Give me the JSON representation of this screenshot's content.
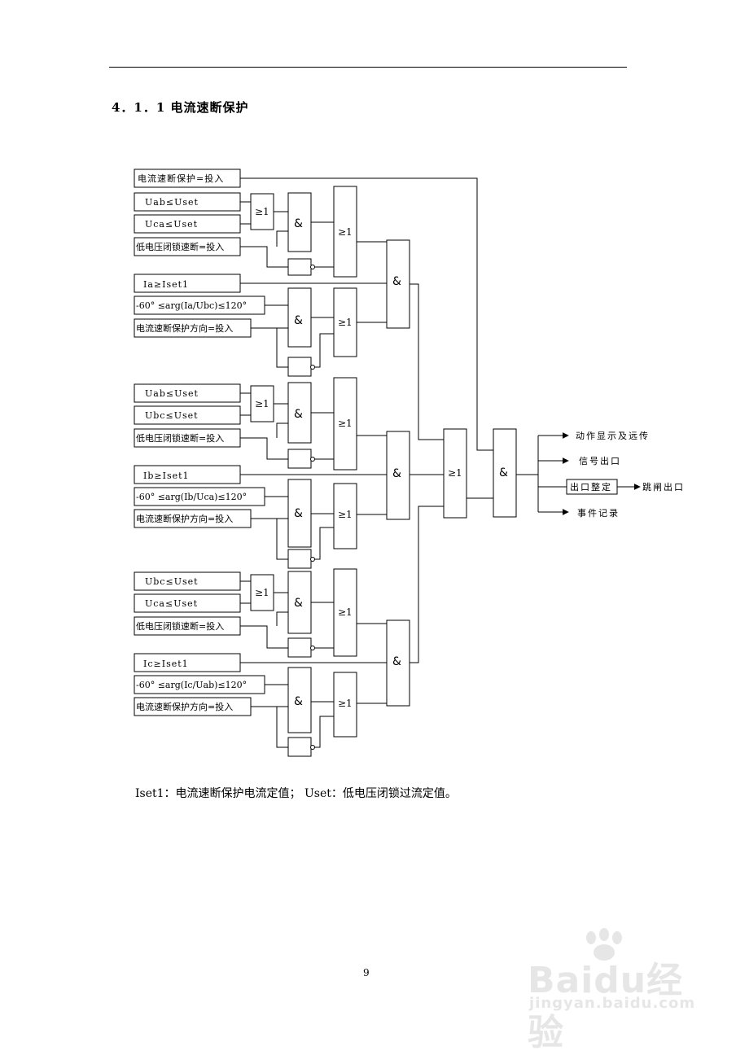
{
  "heading": "4．1．1 电流速断保护",
  "inputs": {
    "enable": "电流速断保护=投入",
    "g1": {
      "u1": "Uab≤Uset",
      "u2": "Uca≤Uset",
      "lv": "低电压闭锁速断=投入",
      "iset": "Ia≥Iset1",
      "arg": "-60° ≤arg(Ia/Ubc)≤120°",
      "dir": "电流速断保护方向=投入"
    },
    "g2": {
      "u1": "Uab≤Uset",
      "u2": "Ubc≤Uset",
      "lv": "低电压闭锁速断=投入",
      "iset": "Ib≥Iset1",
      "arg": "-60° ≤arg(Ib/Uca)≤120°",
      "dir": "电流速断保护方向=投入"
    },
    "g3": {
      "u1": "Ubc≤Uset",
      "u2": "Uca≤Uset",
      "lv": "低电压闭锁速断=投入",
      "iset": "Ic≥Iset1",
      "arg": "-60° ≤arg(Ic/Uab)≤120°",
      "dir": "电流速断保护方向=投入"
    }
  },
  "gates": {
    "and": "&",
    "or": "≥1"
  },
  "outputs": {
    "action_display": "动作显示及远传",
    "signal_out": "信号出口",
    "exit_setting": "出口整定",
    "trip_out": "跳闸出口",
    "event_record": "事件记录"
  },
  "note": "Iset1：电流速断保护电流定值； Uset：低电压闭锁过流定值。",
  "page_number": "9",
  "watermark": {
    "brand": "Baidu经验",
    "url": "jingyan.baidu.com"
  }
}
